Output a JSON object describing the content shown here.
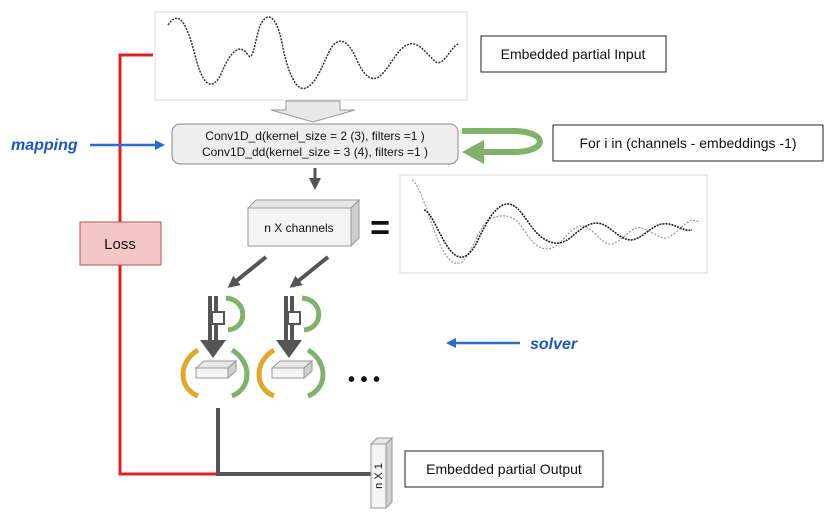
{
  "input_box_label": "Embedded partial Input",
  "conv_line1": "Conv1D_d(kernel_size = 2 (3), filters =1 )",
  "conv_line2": "Conv1D_dd(kernel_size = 3 (4), filters =1 )",
  "loop_label": "For i in (channels - embeddings -1)",
  "mapping_label": "mapping",
  "channels_label": "n X channels",
  "equals_sign": "=",
  "loss_label": "Loss",
  "solver_label": "solver",
  "ellipsis": "• • •",
  "vector_label": "n X 1",
  "output_box_label": "Embedded partial Output",
  "colors": {
    "loss_line": "#e02020",
    "accent_blue": "#1a56c8",
    "green": "#6aa84f",
    "yellow": "#e2a82a",
    "loss_fill": "#f4c7c7"
  }
}
